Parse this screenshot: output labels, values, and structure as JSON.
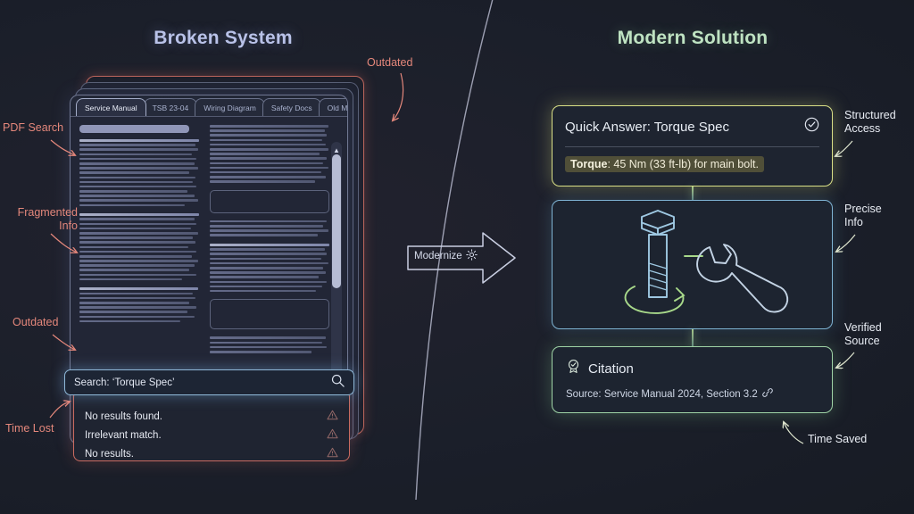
{
  "headings": {
    "left": "Broken System",
    "right": "Modern Solution",
    "left_color": "#b9c2e8",
    "right_color": "#bfe3c2"
  },
  "broken_system": {
    "tabs": [
      {
        "label": "Service Manual",
        "active": true
      },
      {
        "label": "TSB 23-04",
        "active": false
      },
      {
        "label": "Wiring Diagram",
        "active": false
      },
      {
        "label": "Safety Docs",
        "active": false
      },
      {
        "label": "Old Manuals",
        "active": false
      }
    ],
    "search": {
      "value": "Search: ‘Torque Spec’",
      "placeholder": "Search: ‘Torque Spec’",
      "icon": "search-icon"
    },
    "results": [
      {
        "text": "No results found.",
        "icon": "warning-triangle-icon"
      },
      {
        "text": "Irrelevant match.",
        "icon": "warning-triangle-icon"
      },
      {
        "text": "No results.",
        "icon": "warning-triangle-icon"
      }
    ],
    "scrollbar": {
      "up_icon": "chevron-up-icon",
      "down_icon": "chevron-down-icon"
    }
  },
  "transition": {
    "label": "Modernize",
    "icon": "gear-icon"
  },
  "modern_solution": {
    "answer_card": {
      "title": "Quick Answer: Torque Spec",
      "status_icon": "check-circle-icon",
      "highlight_label": "Torque",
      "highlight_value": ": 45 Nm (33 ft-lb) for main bolt.",
      "accent": "#d9df86"
    },
    "image_card": {
      "icon": "bolt-and-wrench-icon",
      "accent": "#7fb4d4"
    },
    "citation_card": {
      "icon": "award-badge-icon",
      "title": "Citation",
      "source": "Source: Service Manual 2024, Section 3.2",
      "link_icon": "link-icon",
      "accent": "#9fd3a6"
    }
  },
  "annotations": {
    "pdf_search": "PDF Search",
    "fragmented_info": "Fragmented\nInfo",
    "outdated_left": "Outdated",
    "time_lost": "Time Lost",
    "outdated_top": "Outdated",
    "structured_access": "Structured\nAccess",
    "precise_info": "Precise\nInfo",
    "verified_source": "Verified\nSource",
    "time_saved": "Time Saved",
    "negative_color": "#e4877b",
    "positive_color": "#e9edf4"
  }
}
